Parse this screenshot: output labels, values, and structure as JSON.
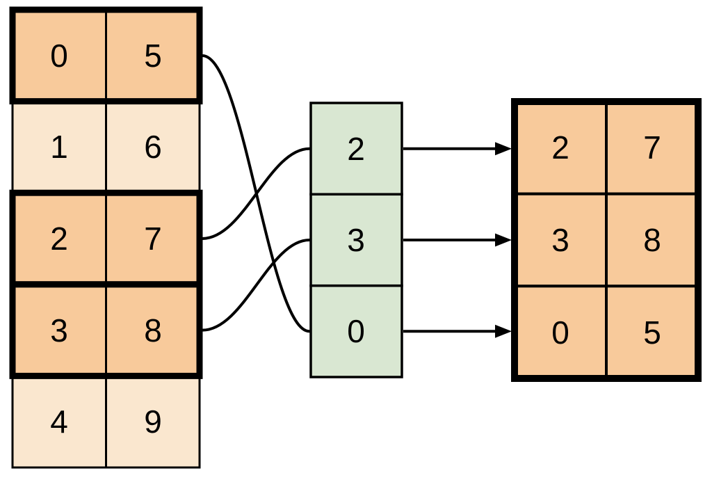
{
  "colors": {
    "highlight_fill": "#F8CA9B",
    "muted_fill": "#FAE7CF",
    "index_fill": "#D9E7D2",
    "line": "#000000",
    "background": "#FFFFFF"
  },
  "source_table": {
    "rows": [
      {
        "cells": [
          "0",
          "5"
        ],
        "highlighted": true
      },
      {
        "cells": [
          "1",
          "6"
        ],
        "highlighted": false
      },
      {
        "cells": [
          "2",
          "7"
        ],
        "highlighted": true
      },
      {
        "cells": [
          "3",
          "8"
        ],
        "highlighted": true
      },
      {
        "cells": [
          "4",
          "9"
        ],
        "highlighted": false
      }
    ]
  },
  "index_column": {
    "cells": [
      "2",
      "3",
      "0"
    ]
  },
  "result_table": {
    "rows": [
      {
        "cells": [
          "2",
          "7"
        ]
      },
      {
        "cells": [
          "3",
          "8"
        ]
      },
      {
        "cells": [
          "0",
          "5"
        ]
      }
    ]
  },
  "connections": {
    "curves": [
      {
        "from_source_row": 0,
        "to_index_position": 2
      },
      {
        "from_source_row": 2,
        "to_index_position": 0
      },
      {
        "from_source_row": 3,
        "to_index_position": 1
      }
    ],
    "arrows": [
      {
        "from_index_position": 0,
        "to_result_row": 0
      },
      {
        "from_index_position": 1,
        "to_result_row": 1
      },
      {
        "from_index_position": 2,
        "to_result_row": 2
      }
    ]
  }
}
